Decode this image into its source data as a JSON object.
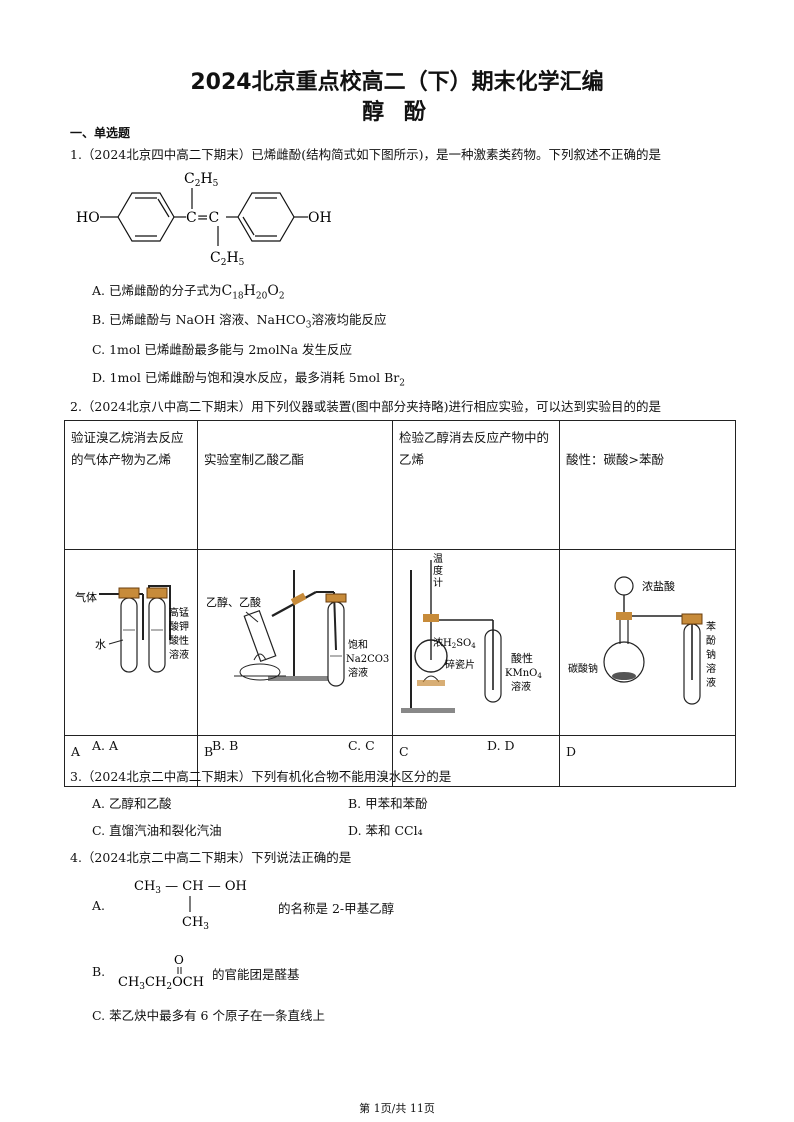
{
  "header": {
    "title": "2024北京重点校高二（下）期末化学汇编",
    "subtitle": "醇 酚"
  },
  "section": "一、单选题",
  "q1": {
    "stem": "1.（2024北京四中高二下期末）已烯雌酚(结构简式如下图所示)，是一种激素类药物。下列叙述不正确的是",
    "structure": {
      "ho_left": "HO",
      "ho_right": "OH",
      "c_eq_c": "C=C",
      "et_top": "C2H5",
      "et_bottom": "C2H5"
    },
    "options": {
      "A_pre": "A.  已烯雌酚的分子式为",
      "A_formula": [
        "C",
        "18",
        "H",
        "20",
        "O",
        "2"
      ],
      "B_pre": "B.  已烯雌酚与 NaOH 溶液、NaHCO",
      "B_sub": "3",
      "B_post": "溶液均能反应",
      "C": "C.  1mol 已烯雌酚最多能与 2molNa 发生反应",
      "D_pre": "D.  1mol 已烯雌酚与饱和溴水反应，最多消耗 5mol Br",
      "D_sub": "2"
    }
  },
  "q2": {
    "stem": "2.（2024北京八中高二下期末）用下列仪器或装置(图中部分夹持略)进行相应实验，可以达到实验目的的是",
    "headers": [
      "验证溴乙烷消去反应的气体产物为乙烯",
      "实验室制乙酸乙酯",
      "检验乙醇消去反应产物中的乙烯",
      "酸性：碳酸>苯酚"
    ],
    "labels": [
      "A",
      "B",
      "C",
      "D"
    ],
    "fig_a": {
      "gas": "气体",
      "water": "水",
      "kmno4": [
        "高锰",
        "酸钾",
        "酸性",
        "溶液"
      ]
    },
    "fig_b": {
      "reagents": "乙醇、乙酸",
      "sat": "饱和",
      "na2co3": "Na2CO3",
      "sol": "溶液"
    },
    "fig_c": {
      "thermo": [
        "温",
        "度",
        "计"
      ],
      "h2so4": "浓H2SO4",
      "chips": "碎瓷片",
      "acid": "酸性",
      "kmno4": "KMnO4",
      "sol": "溶液"
    },
    "fig_d": {
      "hcl": "浓盐酸",
      "na2co3": "碳酸钠",
      "phenol": [
        "苯",
        "酚",
        "钠",
        "溶",
        "液"
      ]
    },
    "choices": [
      "A.  A",
      "B.  B",
      "C.  C",
      "D.  D"
    ]
  },
  "q3": {
    "stem": "3.（2024北京二中高二下期末）下列有机化合物不能用溴水区分的是",
    "options": [
      "A.  乙醇和乙酸",
      "B.  甲苯和苯酚",
      "C.  直馏汽油和裂化汽油",
      "D.  苯和 CCl₄"
    ]
  },
  "q4": {
    "stem": "4.（2024北京二中高二下期末）下列说法正确的是",
    "A_label": "A.",
    "A_struct": {
      "top": "CH3 — CH — OH",
      "bottom": "CH3"
    },
    "A_text": "的名称是 2-甲基乙醇",
    "B_label": "B.",
    "B_struct": {
      "o": "O",
      "chain": "CH3CH2OCH"
    },
    "B_text": "的官能团是醛基",
    "C": "C.  苯乙炔中最多有 6 个原子在一条直线上"
  },
  "footer": "第 1页/共 11页"
}
